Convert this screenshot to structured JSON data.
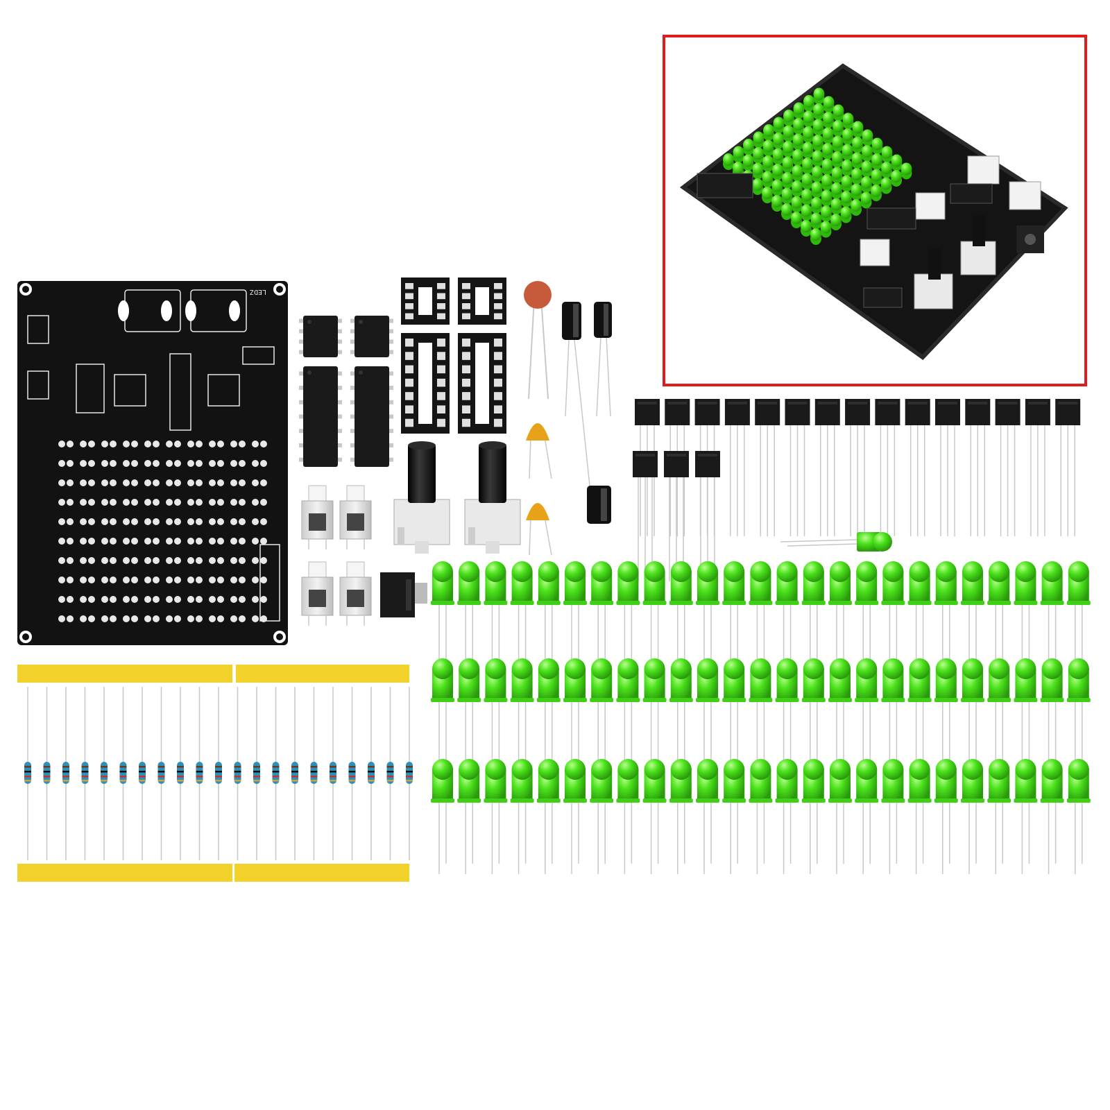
{
  "colors": {
    "pcb": "#121212",
    "silkscreen": "#e8e8e8",
    "led_green": "#4be21b",
    "led_green_dark": "#2fb80c",
    "resistor_body": "#2e8fb8",
    "tape": "#f2d22a",
    "frame_red": "#e01d1d",
    "ceramic_cap": "#e8a21a",
    "disc_cap": "#c85a3c",
    "ic_black": "#1a1a1a",
    "lead": "#c8c8c8"
  },
  "kit": {
    "pcb_label": "LEDZ",
    "ic_count": 4,
    "socket_count": 4,
    "transistor_count": 18,
    "led_rows": 3,
    "leds_per_row": 25,
    "resistor_count": 21,
    "push_button_count": 4,
    "potentiometer_count": 2
  },
  "preview": {
    "led_grid_rows": 10,
    "led_grid_cols": 10
  },
  "icons": [
    "pcb-board-icon",
    "led-icon",
    "resistor-icon",
    "transistor-icon",
    "ic-chip-icon",
    "ic-socket-icon",
    "potentiometer-icon",
    "push-button-icon",
    "capacitor-icon",
    "dc-jack-icon"
  ]
}
